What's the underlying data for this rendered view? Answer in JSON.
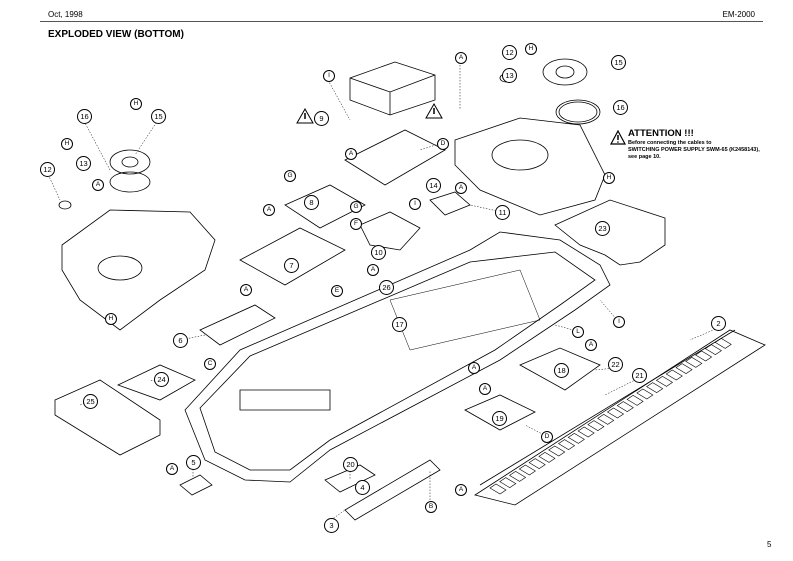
{
  "header": {
    "date": "Oct, 1998",
    "model": "EM-2000"
  },
  "title": "EXPLODED VIEW (BOTTOM)",
  "attention": {
    "title": "ATTENTION !!!",
    "lines": [
      "Before connecting the cables to",
      "SWITCHING POWER SUPPLY SWM-65 (K2458143),",
      "see page 10."
    ],
    "icon": "warning-triangle-icon"
  },
  "callouts": [
    "12",
    "13",
    "H",
    "15",
    "16",
    "A",
    "I",
    "9",
    "A",
    "D",
    "14",
    "A",
    "I",
    "11",
    "H",
    "23",
    "16",
    "15",
    "H",
    "H",
    "13",
    "12",
    "A",
    "H",
    "G",
    "A",
    "8",
    "G",
    "F",
    "7",
    "E",
    "10",
    "26",
    "A",
    "A",
    "6",
    "C",
    "17",
    "L",
    "I",
    "2",
    "22",
    "18",
    "A",
    "A",
    "21",
    "24",
    "25",
    "19",
    "A",
    "D",
    "A",
    "5",
    "20",
    "4",
    "3",
    "B",
    "A"
  ],
  "page_number": "5"
}
